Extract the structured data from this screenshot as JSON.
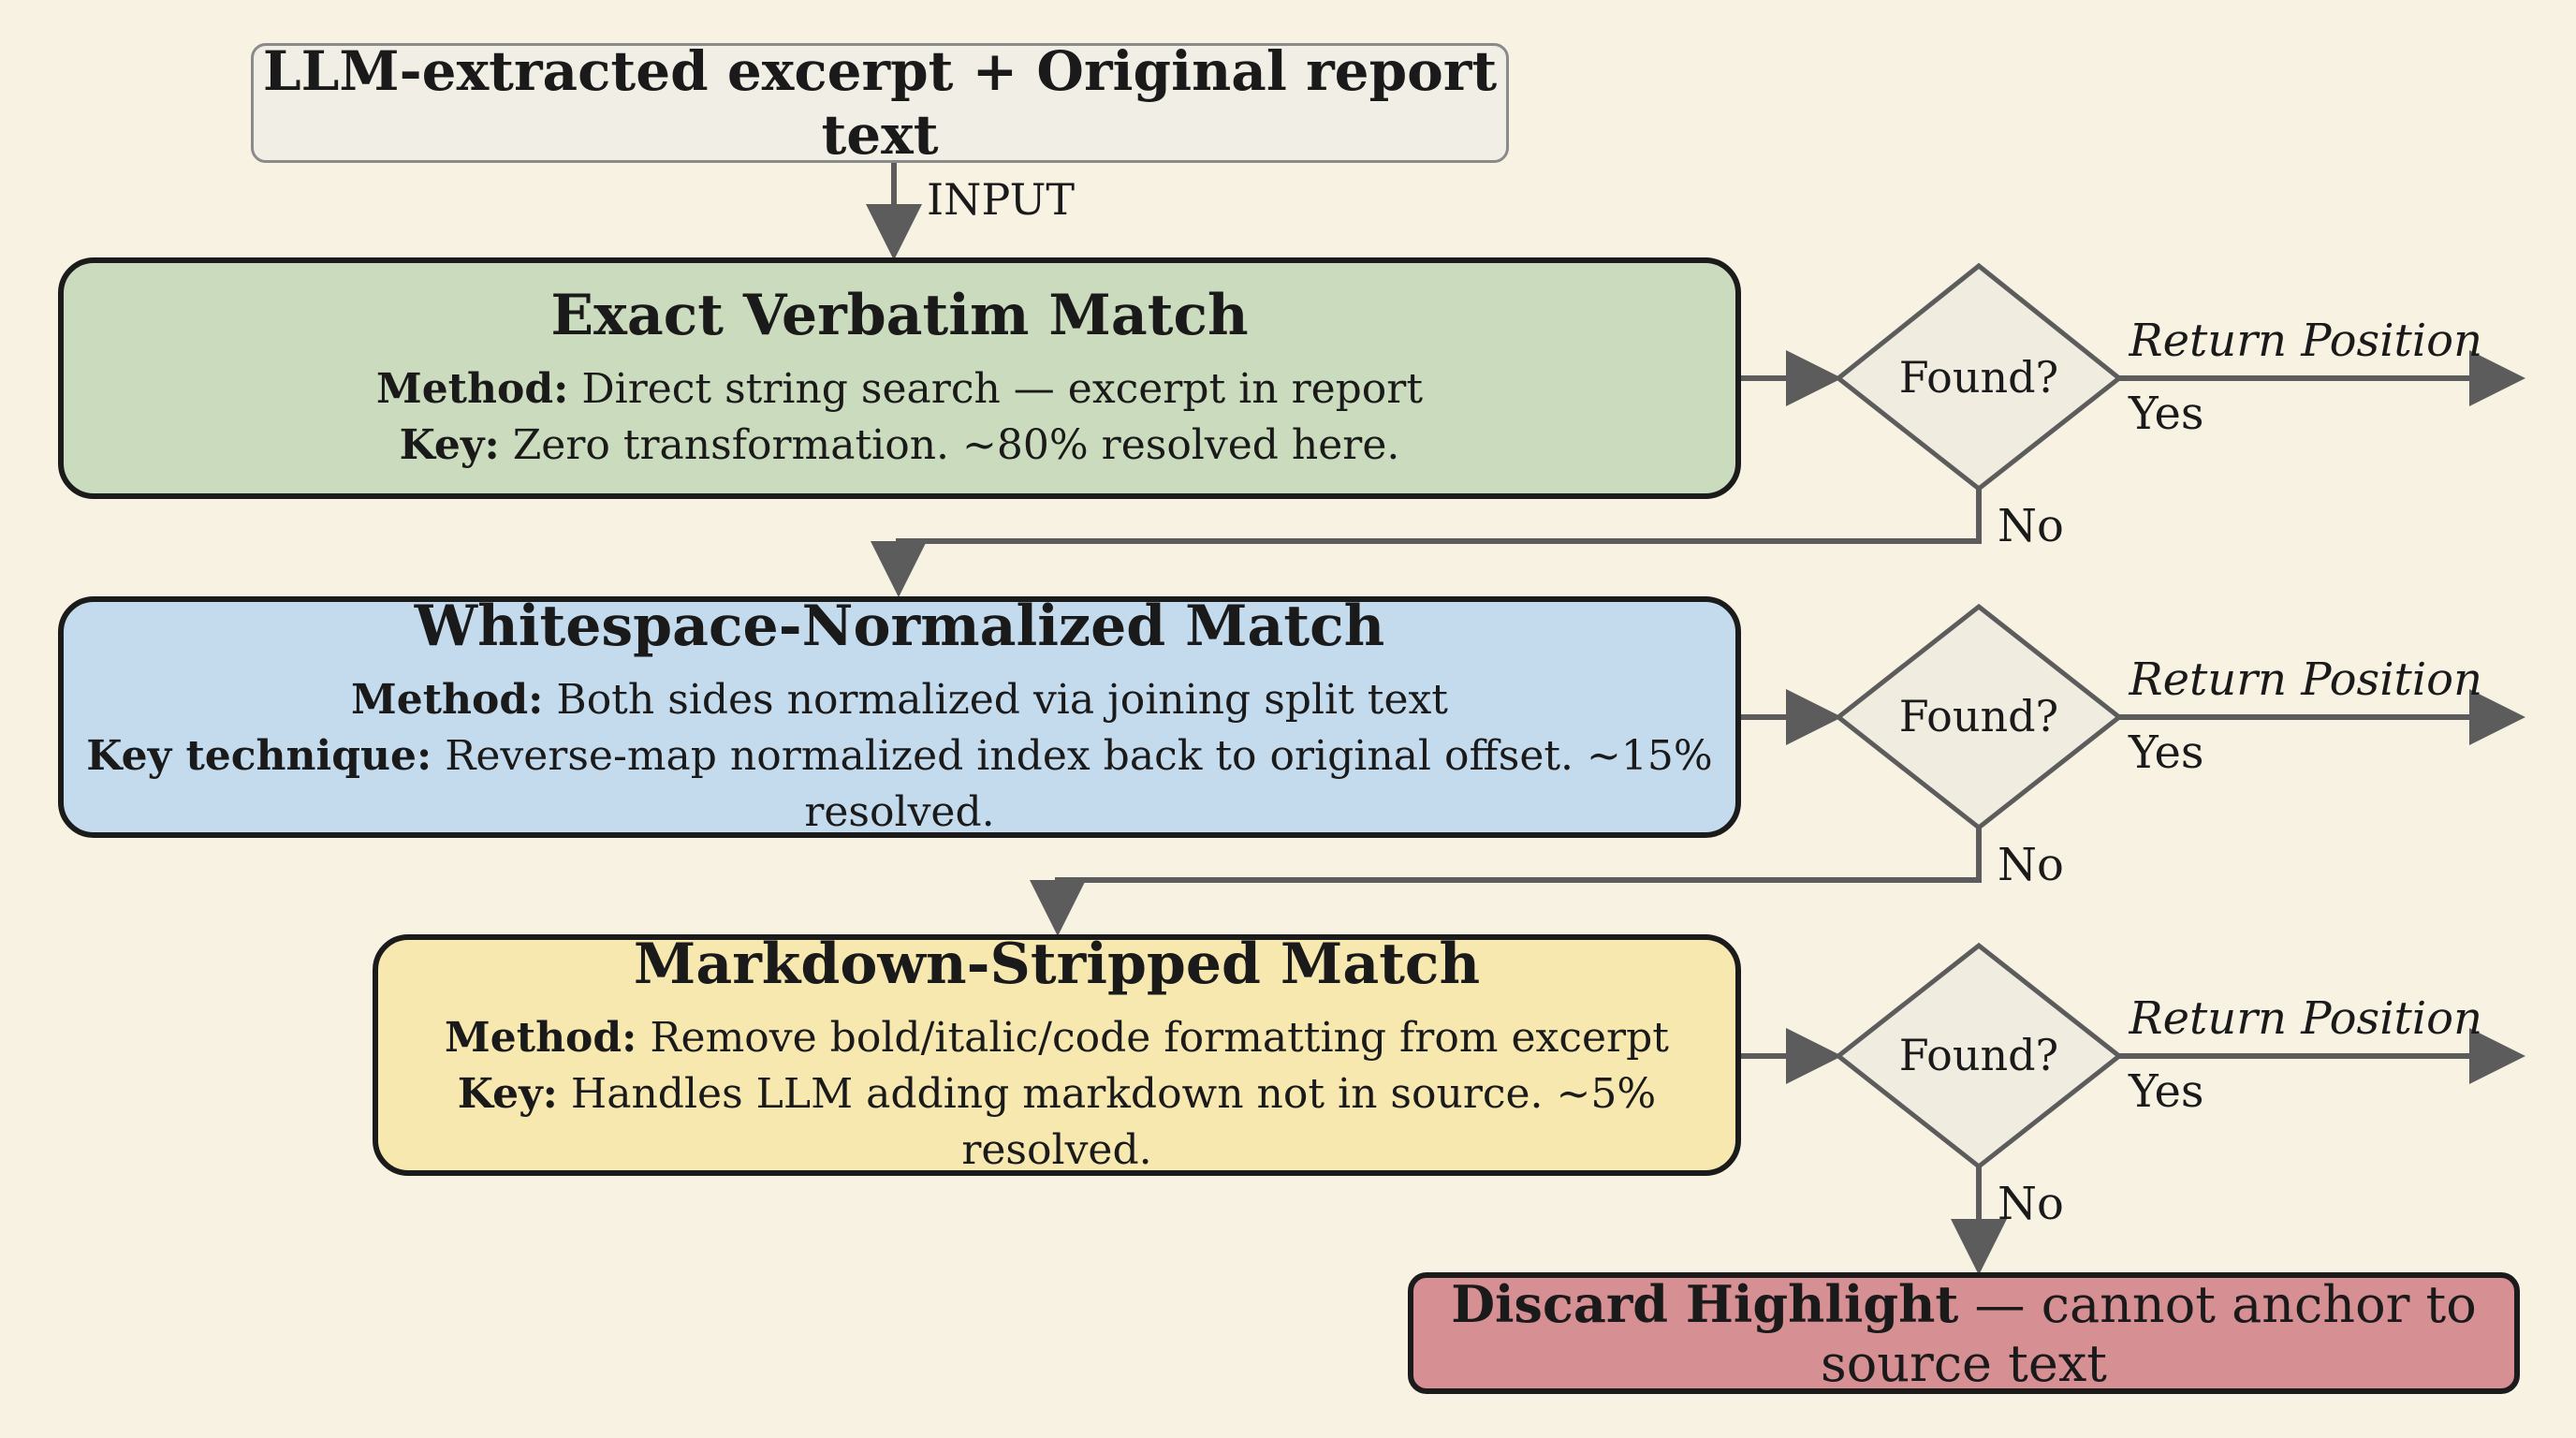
{
  "input": {
    "label": "LLM-extracted excerpt + Original report text",
    "arrow_label": "INPUT"
  },
  "steps": [
    {
      "title": "Exact Verbatim Match",
      "method_label": "Method:",
      "method_text": " Direct string search — excerpt in report",
      "key_label": "Key:",
      "key_text": " Zero transformation. ~80% resolved here.",
      "fill": "#cbdbbd"
    },
    {
      "title": "Whitespace-Normalized Match",
      "method_label": "Method:",
      "method_text": " Both sides normalized via joining split text",
      "key_label": "Key technique:",
      "key_text": " Reverse-map normalized index back to original offset. ~15% resolved.",
      "fill": "#c4dbee"
    },
    {
      "title": "Markdown-Stripped Match",
      "method_label": "Method:",
      "method_text": " Remove bold/italic/code formatting from excerpt",
      "key_label": "Key:",
      "key_text": " Handles LLM adding markdown not in source. ~5% resolved.",
      "fill": "#f7e8b0"
    }
  ],
  "decisions": [
    {
      "question": "Found?",
      "yes": "Yes",
      "no": "No",
      "outcome": "Return Position"
    },
    {
      "question": "Found?",
      "yes": "Yes",
      "no": "No",
      "outcome": "Return Position"
    },
    {
      "question": "Found?",
      "yes": "Yes",
      "no": "No",
      "outcome": "Return Position"
    }
  ],
  "discard": {
    "title": "Discard Highlight",
    "text": " — cannot anchor to source text",
    "fill": "#d68f93"
  },
  "colors": {
    "background": "#f8f2e2",
    "connector": "#5c5c5c",
    "diamond_fill": "#f1ece0",
    "diamond_stroke": "#5c5c5c"
  }
}
